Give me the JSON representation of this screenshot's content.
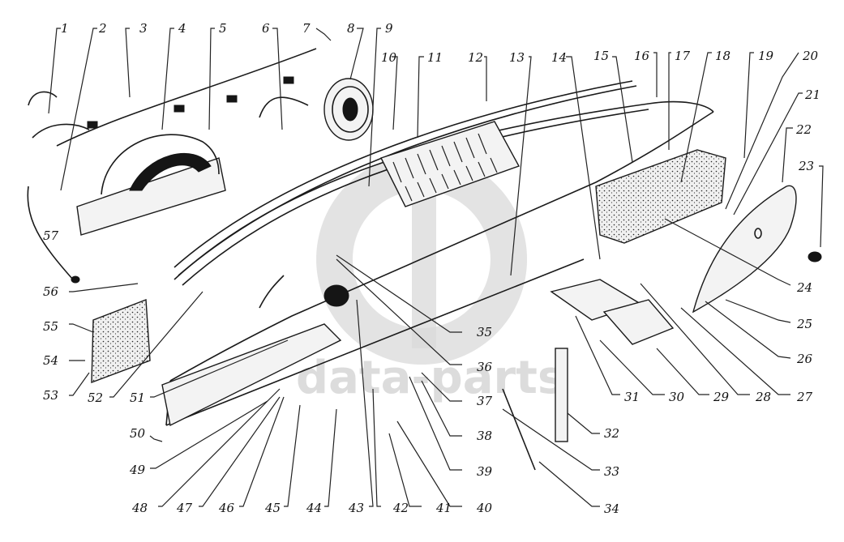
{
  "diagram": {
    "type": "exploded-parts-diagram",
    "subject": "instrument panel (dashboard) assembly",
    "watermark": {
      "logo": "dp",
      "text": "data-parts",
      "color": "#d4d4d4"
    },
    "callouts": [
      {
        "n": "1"
      },
      {
        "n": "2"
      },
      {
        "n": "3"
      },
      {
        "n": "4"
      },
      {
        "n": "5"
      },
      {
        "n": "6"
      },
      {
        "n": "7"
      },
      {
        "n": "8"
      },
      {
        "n": "9"
      },
      {
        "n": "10"
      },
      {
        "n": "11"
      },
      {
        "n": "12"
      },
      {
        "n": "13"
      },
      {
        "n": "14"
      },
      {
        "n": "15"
      },
      {
        "n": "16"
      },
      {
        "n": "17"
      },
      {
        "n": "18"
      },
      {
        "n": "19"
      },
      {
        "n": "20"
      },
      {
        "n": "21"
      },
      {
        "n": "22"
      },
      {
        "n": "23"
      },
      {
        "n": "24"
      },
      {
        "n": "25"
      },
      {
        "n": "26"
      },
      {
        "n": "27"
      },
      {
        "n": "28"
      },
      {
        "n": "29"
      },
      {
        "n": "30"
      },
      {
        "n": "31"
      },
      {
        "n": "32"
      },
      {
        "n": "33"
      },
      {
        "n": "34"
      },
      {
        "n": "35"
      },
      {
        "n": "36"
      },
      {
        "n": "37"
      },
      {
        "n": "38"
      },
      {
        "n": "39"
      },
      {
        "n": "40"
      },
      {
        "n": "41"
      },
      {
        "n": "42"
      },
      {
        "n": "43"
      },
      {
        "n": "44"
      },
      {
        "n": "45"
      },
      {
        "n": "46"
      },
      {
        "n": "47"
      },
      {
        "n": "48"
      },
      {
        "n": "49"
      },
      {
        "n": "50"
      },
      {
        "n": "51"
      },
      {
        "n": "52"
      },
      {
        "n": "53"
      },
      {
        "n": "54"
      },
      {
        "n": "55"
      },
      {
        "n": "56"
      },
      {
        "n": "57"
      }
    ]
  }
}
